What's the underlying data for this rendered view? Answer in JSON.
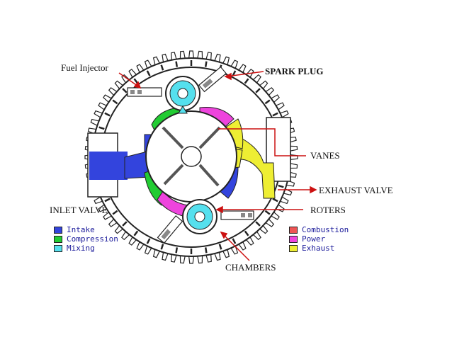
{
  "labels": {
    "fuel_injector": "Fuel Injector",
    "spark_plug": "SPARK PLUG",
    "vanes": "VANES",
    "exhaust_valve": "EXHAUST VALVE",
    "inlet_valve": "INLET VALVE",
    "roters": "ROTERS",
    "chambers": "CHAMBERS"
  },
  "legend_left": [
    {
      "label": "Intake",
      "color": "#3344dd"
    },
    {
      "label": "Compression",
      "color": "#22cc33"
    },
    {
      "label": "Mixing",
      "color": "#55e0ee"
    }
  ],
  "legend_right": [
    {
      "label": "Combustion",
      "color": "#ee5555"
    },
    {
      "label": "Power",
      "color": "#ee44dd"
    },
    {
      "label": "Exhaust",
      "color": "#eeee33"
    }
  ],
  "colors": {
    "intake": "#3344dd",
    "compression": "#22cc33",
    "mixing": "#55e0ee",
    "power": "#ee44dd",
    "exhaust": "#eeee33",
    "arrow": "#cc1111"
  }
}
